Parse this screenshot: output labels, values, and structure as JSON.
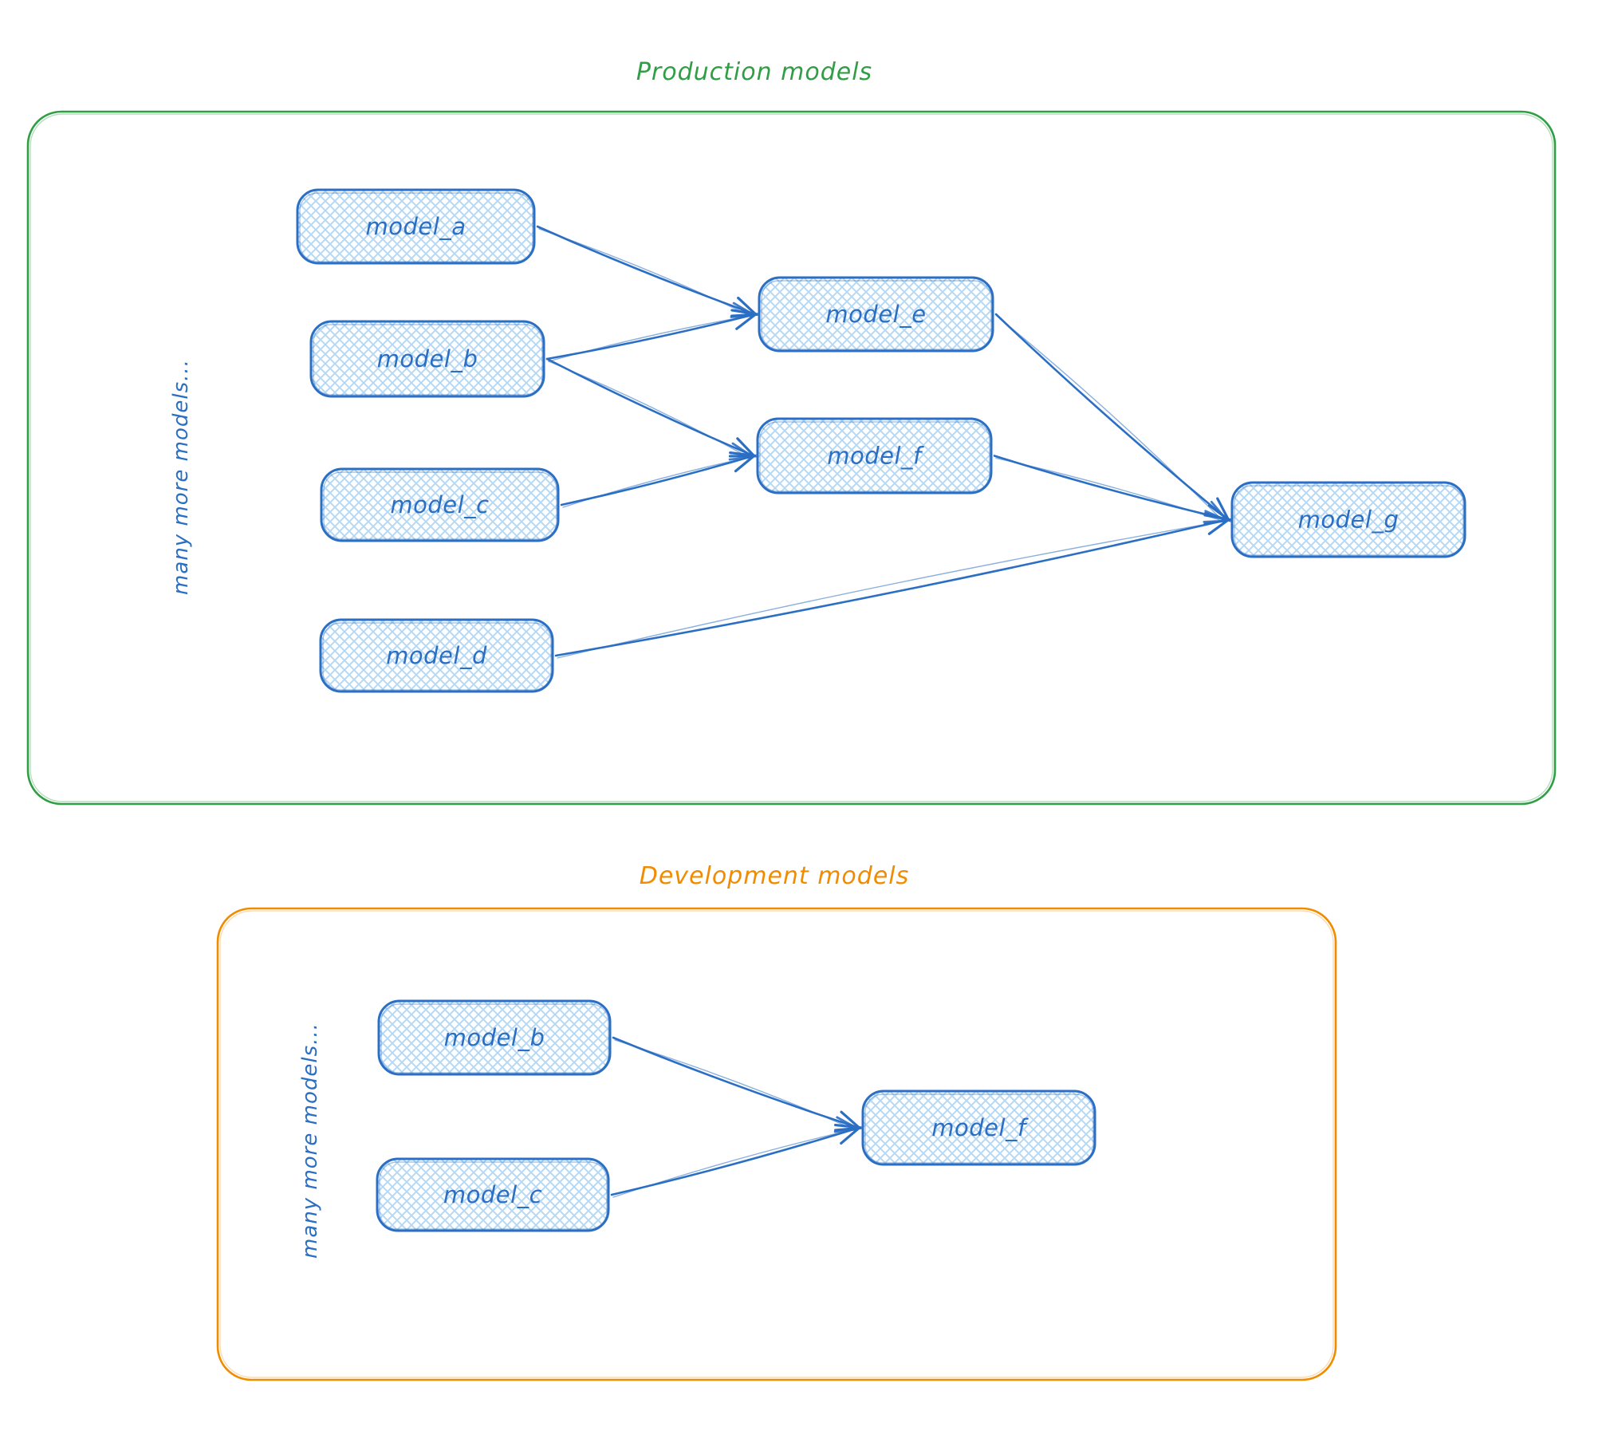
{
  "diagram": {
    "kind": "model-dependency-graph",
    "colors": {
      "node_stroke": "#2b6fc4",
      "node_text": "#2b6fc4",
      "node_hatch": "#b5d8f4",
      "node_fill": "#ffffff",
      "arrow": "#2b6fc4",
      "production_accent": "#2f9e44",
      "development_accent": "#f08c00",
      "background": "#ffffff"
    },
    "sections": [
      {
        "id": "production",
        "title": "Production models",
        "side_label": "many more models...",
        "nodes": [
          {
            "id": "prod_a",
            "label": "model_a"
          },
          {
            "id": "prod_b",
            "label": "model_b"
          },
          {
            "id": "prod_c",
            "label": "model_c"
          },
          {
            "id": "prod_d",
            "label": "model_d"
          },
          {
            "id": "prod_e",
            "label": "model_e"
          },
          {
            "id": "prod_f",
            "label": "model_f"
          },
          {
            "id": "prod_g",
            "label": "model_g"
          }
        ],
        "edges": [
          {
            "from": "prod_a",
            "to": "prod_e"
          },
          {
            "from": "prod_b",
            "to": "prod_e"
          },
          {
            "from": "prod_b",
            "to": "prod_f"
          },
          {
            "from": "prod_c",
            "to": "prod_f"
          },
          {
            "from": "prod_e",
            "to": "prod_g"
          },
          {
            "from": "prod_f",
            "to": "prod_g"
          },
          {
            "from": "prod_d",
            "to": "prod_g"
          }
        ]
      },
      {
        "id": "development",
        "title": "Development models",
        "side_label": "many more models...",
        "nodes": [
          {
            "id": "dev_b",
            "label": "model_b"
          },
          {
            "id": "dev_c",
            "label": "model_c"
          },
          {
            "id": "dev_f",
            "label": "model_f"
          }
        ],
        "edges": [
          {
            "from": "dev_b",
            "to": "dev_f"
          },
          {
            "from": "dev_c",
            "to": "dev_f"
          }
        ]
      }
    ]
  }
}
